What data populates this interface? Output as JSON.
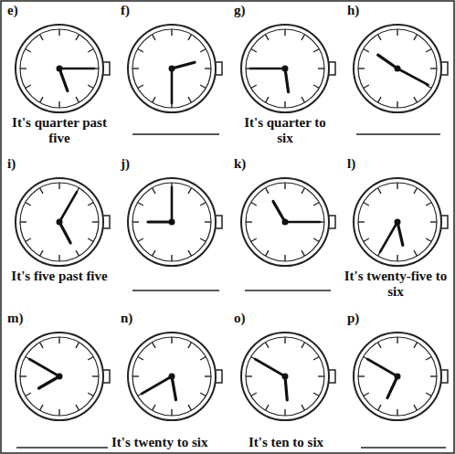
{
  "diagram": {
    "labels": [
      "e)",
      "f)",
      "g)",
      "h)",
      "It's quarter past five",
      "It's quarter to six",
      "i)",
      "j)",
      "k)",
      "l)",
      "It's five past five",
      "It's twenty-five to six",
      "m)",
      "n)",
      "o)",
      "p)",
      "It's twenty to six",
      "It's ten to six"
    ]
  }
}
